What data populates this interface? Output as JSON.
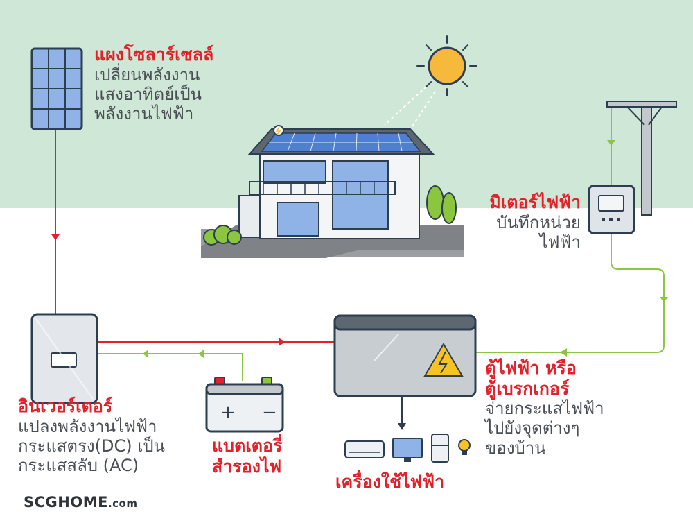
{
  "colors": {
    "sky": "#cfe7d6",
    "ground": "#ffffff",
    "dc_line": "#e3212b",
    "ac_line": "#8cc63f",
    "title_red": "#e3212b",
    "desc_gray": "#4a4f55",
    "sun": "#f7b93b",
    "device_outline": "#2d3e50"
  },
  "icons": {
    "solar_panel": "solar-panel-icon",
    "sun": "sun-icon",
    "house": "house-icon",
    "utility_pole": "utility-pole-icon",
    "meter": "electric-meter-icon",
    "inverter": "inverter-icon",
    "battery": "battery-icon",
    "breaker": "breaker-box-icon",
    "appliances": [
      "air-conditioner-icon",
      "computer-monitor-icon",
      "refrigerator-icon",
      "light-bulb-icon"
    ]
  },
  "labels": {
    "solar": {
      "title": "แผงโซลาร์เซลล์",
      "lines": [
        "เปลี่ยนพลังงาน",
        "แสงอาทิตย์เป็น",
        "พลังงานไฟฟ้า"
      ]
    },
    "meter": {
      "title": "มิเตอร์ไฟฟ้า",
      "lines": [
        "บันทึกหน่วย",
        "ไฟฟ้า"
      ]
    },
    "inverter": {
      "title": "อินเวอร์เตอร์",
      "lines": [
        "แปลงพลังงานไฟฟ้า",
        "กระแสตรง(DC) เป็น",
        "กระแสสลับ (AC)"
      ]
    },
    "battery": {
      "title_lines": [
        "แบตเตอรี่",
        "สำรองไฟ"
      ],
      "plus": "+",
      "minus": "−"
    },
    "breaker": {
      "title_lines": [
        "ตู้ไฟฟ้า หรือ",
        "ตู้เบรกเกอร์"
      ],
      "lines": [
        "จ่ายกระแสไฟฟ้า",
        "ไปยังจุดต่างๆ",
        "ของบ้าน"
      ]
    },
    "appliances": {
      "title": "เครื่องใช้ไฟฟ้า"
    }
  },
  "brand": {
    "main": "SCGHOME",
    "suffix": ".com"
  }
}
